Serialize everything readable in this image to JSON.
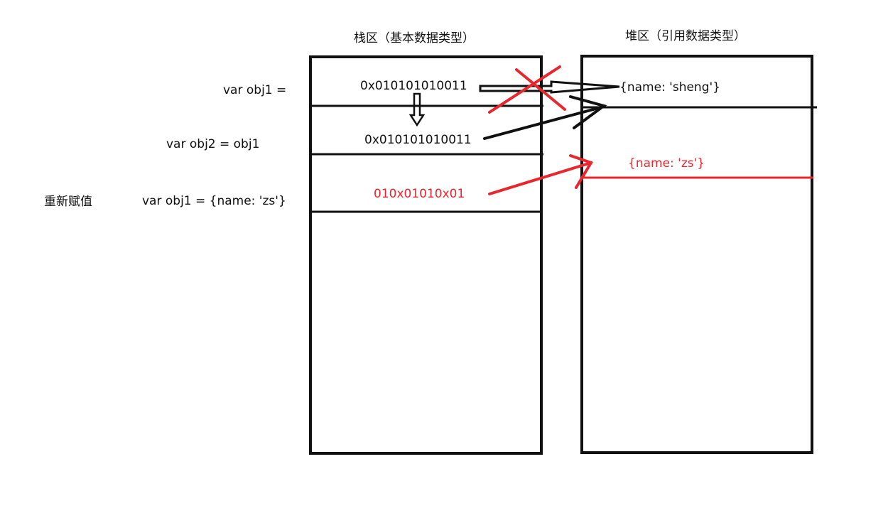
{
  "stack": {
    "title": "栈区（基本数据类型）",
    "cells": [
      {
        "value": "0x010101010011",
        "color": "#111111"
      },
      {
        "value": "0x010101010011",
        "color": "#111111"
      },
      {
        "value": "010x01010x01",
        "color": "#e8262d"
      }
    ]
  },
  "heap": {
    "title": "堆区（引用数据类型）",
    "objects": [
      {
        "value": "{name: 'sheng'}",
        "color": "#111111"
      },
      {
        "value": "{name: 'zs'}",
        "color": "#e8262d"
      }
    ]
  },
  "code": {
    "line1": "var obj1 =",
    "line2": "var obj2 = obj1",
    "reassign_label": "重新赋值",
    "line3": "var obj1 = {name: 'zs'}"
  },
  "colors": {
    "ink": "#111111",
    "accent": "#e8262d",
    "background": "#ffffff"
  }
}
